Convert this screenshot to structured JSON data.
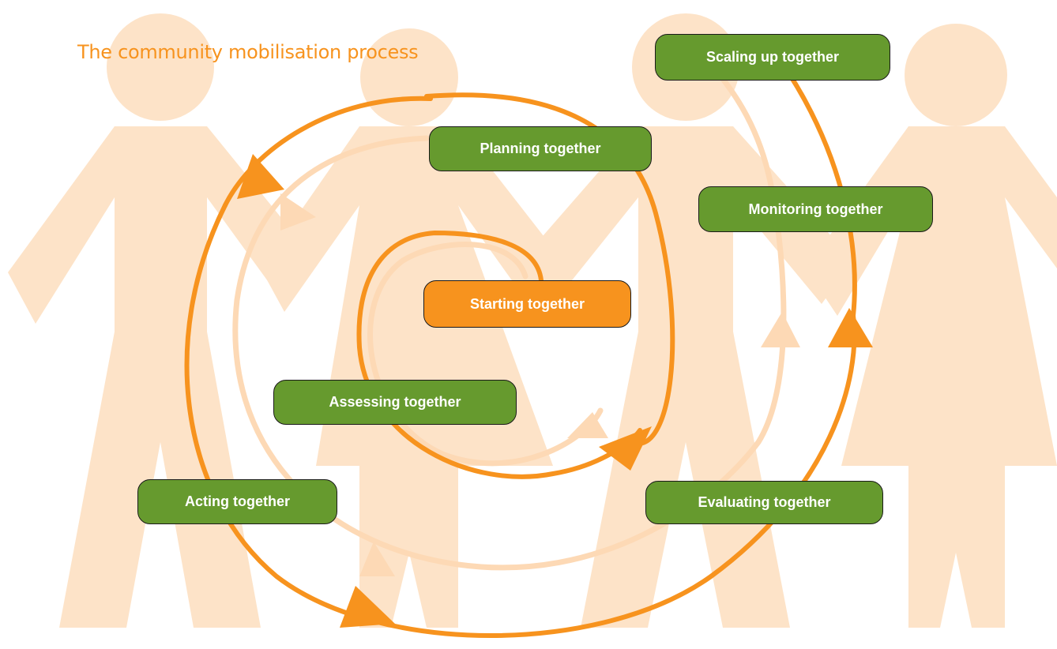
{
  "title": "The community mobilisation process",
  "colors": {
    "accent_orange": "#f7931e",
    "light_orange": "#fdd9b5",
    "figure_peach": "#fde3c8",
    "stage_green": "#669a2e",
    "stage_text": "#ffffff"
  },
  "stages": {
    "starting": "Starting together",
    "assessing": "Assessing together",
    "planning": "Planning together",
    "acting": "Acting together",
    "monitoring": "Monitoring together",
    "evaluating": "Evaluating together",
    "scaling": "Scaling up together"
  },
  "background": {
    "figures": [
      "person-figure",
      "person-figure",
      "person-figure",
      "person-figure"
    ],
    "motif": "spiral-arrows"
  }
}
